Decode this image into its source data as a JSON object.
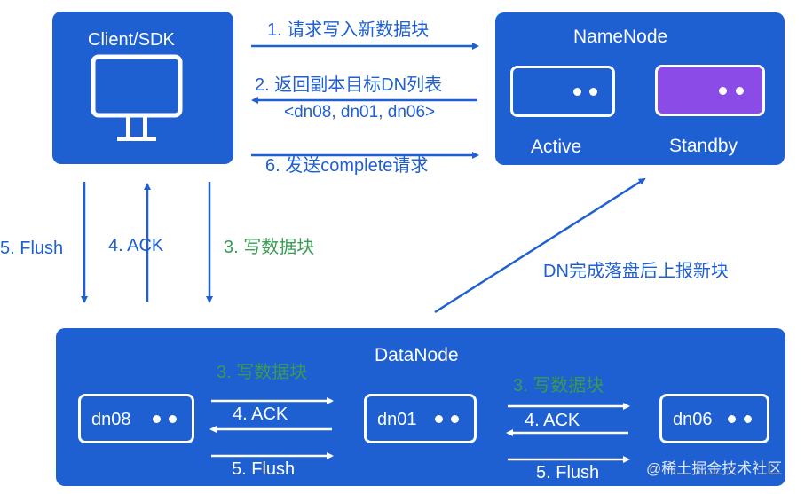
{
  "client": {
    "title": "Client/SDK"
  },
  "namenode": {
    "title": "NameNode",
    "active_label": "Active",
    "standby_label": "Standby"
  },
  "messages": {
    "step1": "1. 请求写入新数据块",
    "step2": "2. 返回副本目标DN列表",
    "step2_list": "<dn08, dn01, dn06>",
    "step6": "6. 发送complete请求",
    "flush5": "5. Flush",
    "ack4": "4. ACK",
    "write3": "3. 写数据块",
    "report": "DN完成落盘后上报新块"
  },
  "datanode": {
    "title": "DataNode",
    "nodes": [
      "dn08",
      "dn01",
      "dn06"
    ],
    "pipeline_1": {
      "write": "3. 写数据块",
      "ack": "4. ACK",
      "flush": "5. Flush"
    },
    "pipeline_2": {
      "write": "3. 写数据块",
      "ack": "4. ACK",
      "flush": "5. Flush"
    }
  },
  "watermark": "@稀土掘金技术社区",
  "colors": {
    "box": "#1e5fd1",
    "standby": "#8b4be6",
    "green_text": "#3a9b52",
    "arrow": "#1e5fd1"
  }
}
